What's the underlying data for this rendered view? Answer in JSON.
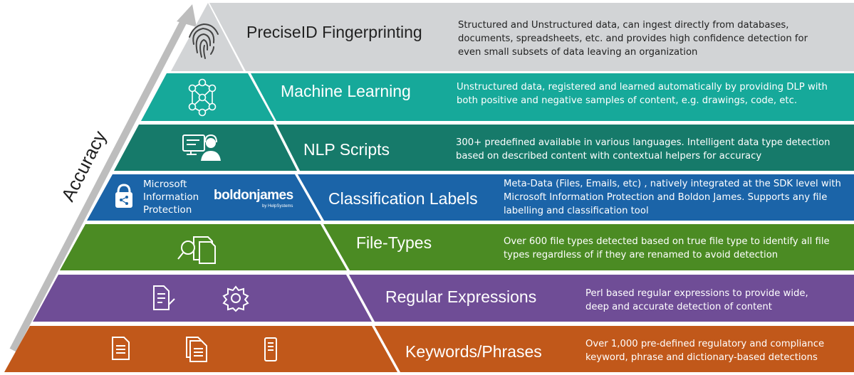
{
  "accuracy_label": "Accuracy",
  "colors": {
    "fingerprinting": "#d2d4d6",
    "machine_learning": "#16a99a",
    "nlp": "#167a6a",
    "classification": "#1b64a8",
    "file_types": "#4b8b23",
    "regex": "#6f4d96",
    "keywords": "#c1581a",
    "arrow": "#bdbdbd"
  },
  "layers": [
    {
      "title": "PreciseID Fingerprinting",
      "description": "Structured and Unstructured data, can ingest directly from databases,\ndocuments, spreadsheets, etc. and provides high confidence detection for\neven small subsets of data leaving an organization",
      "icons": [
        "fingerprint-icon"
      ]
    },
    {
      "title": "Machine Learning",
      "description": "Unstructured data, registered and learned automatically by providing DLP with\nboth positive and negative samples of content, e.g. drawings, code, etc.",
      "icons": [
        "neural-network-icon"
      ]
    },
    {
      "title": "NLP Scripts",
      "description": "300+ predefined available in various languages. Intelligent data type detection\nbased on described content with contextual helpers for accuracy",
      "icons": [
        "support-agent-icon"
      ]
    },
    {
      "title": "Classification Labels",
      "description": "Meta-Data (Files, Emails, etc) ,  natively integrated at the SDK level with\nMicrosoft Information Protection and Boldon James. Supports any file\nlabelling and classification tool",
      "icons": [
        "lock-share-icon"
      ],
      "mip_label": "Microsoft\nInformation\nProtection",
      "brand": "boldonjames",
      "brand_sub": "by HelpSystems"
    },
    {
      "title": "File-Types",
      "description": "Over 600 file types detected based on true file type to identify all file\ntypes regardless of if they are renamed to avoid detection",
      "icons": [
        "file-search-icon"
      ]
    },
    {
      "title": "Regular Expressions",
      "description": "Perl based regular expressions to provide wide,\ndeep and accurate detection of content",
      "icons": [
        "document-edit-icon",
        "gear-icon"
      ]
    },
    {
      "title": "Keywords/Phrases",
      "description": "Over 1,000 pre-defined regulatory and compliance\nkeyword, phrase and dictionary-based detections",
      "icons": [
        "document-icon",
        "documents-icon",
        "list-document-icon"
      ]
    }
  ]
}
